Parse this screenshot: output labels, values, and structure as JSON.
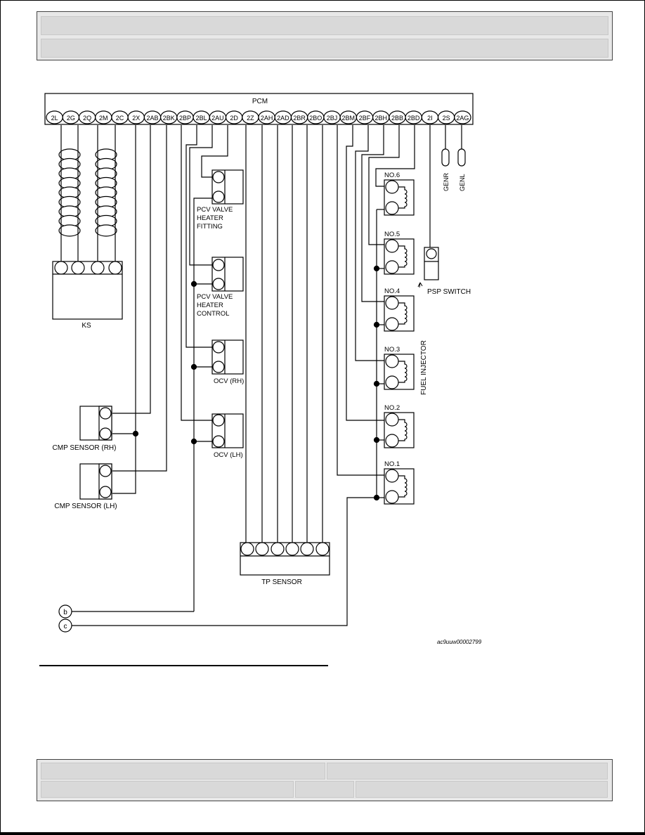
{
  "pcm": {
    "label": "PCM",
    "pins": [
      "2L",
      "2G",
      "2Q",
      "2M",
      "2C",
      "2X",
      "2AB",
      "2BK",
      "2BP",
      "2BL",
      "2AU",
      "2D",
      "2Z",
      "2AH",
      "2AD",
      "2BR",
      "2BO",
      "2BJ",
      "2BM",
      "2BF",
      "2BH",
      "2BB",
      "2BD",
      "2I",
      "2S",
      "2AG"
    ]
  },
  "components": {
    "ks": "KS",
    "pcv_fitting": [
      "PCV VALVE",
      "HEATER",
      "FITTING"
    ],
    "pcv_control": [
      "PCV VALVE",
      "HEATER",
      "CONTROL"
    ],
    "ocv_rh": "OCV (RH)",
    "ocv_lh": "OCV (LH)",
    "cmp_rh": "CMP SENSOR (RH)",
    "cmp_lh": "CMP SENSOR (LH)",
    "tp_sensor": "TP SENSOR",
    "psp_switch": "PSP SWITCH",
    "fuel_injector": "FUEL INJECTOR",
    "injectors": [
      "NO.6",
      "NO.5",
      "NO.4",
      "NO.3",
      "NO.2",
      "NO.1"
    ],
    "genr": "GENR",
    "genl": "GENL"
  },
  "connectors": {
    "b": "b",
    "c": "c"
  },
  "figure_code": "ac9uuw00002799"
}
